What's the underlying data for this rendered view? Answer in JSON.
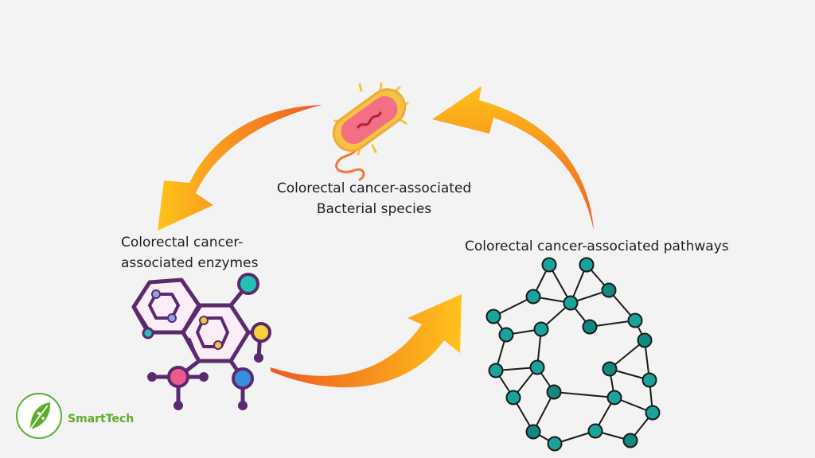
{
  "diagram": {
    "nodes": {
      "bacteria": {
        "line1": "Colorectal cancer-associated",
        "line2": "Bacterial species",
        "icon": "bacterium-icon"
      },
      "enzymes": {
        "line1": "Colorectal cancer-",
        "line2": "associated enzymes",
        "icon": "molecule-icon"
      },
      "pathways": {
        "label": "Colorectal cancer-associated pathways",
        "icon": "network-icon"
      }
    },
    "arrows": [
      {
        "from": "bacteria",
        "to": "enzymes"
      },
      {
        "from": "enzymes",
        "to": "pathways"
      },
      {
        "from": "pathways",
        "to": "bacteria"
      }
    ]
  },
  "brand": {
    "name": "SmartTech",
    "icon": "leaf-logo-icon",
    "color": "#5aae2b"
  },
  "colors": {
    "background": "#f3f3f3",
    "arrow_start": "#ffc21a",
    "arrow_end": "#ee5a22",
    "network_node": "#1aa39b",
    "molecule_outline": "#5b2a6e"
  }
}
